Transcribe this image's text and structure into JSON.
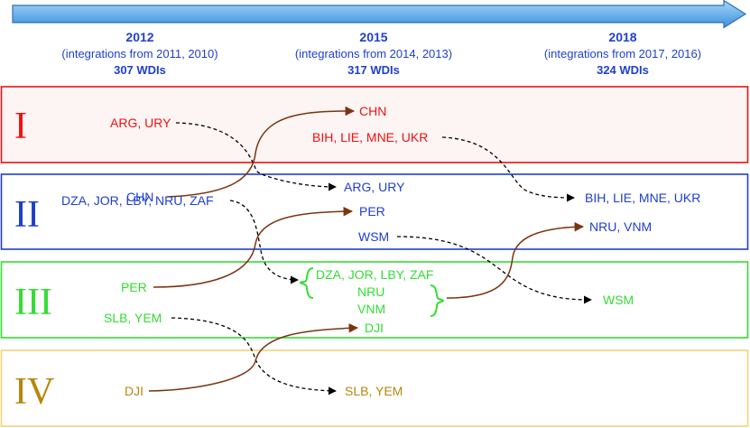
{
  "colors": {
    "blue": "#1f3fcc",
    "red": "#ee1111",
    "green": "#33dd33",
    "gold": "#b8860b",
    "brown": "#7a3510",
    "arrow_fill": "#6fb4ec",
    "arrow_stroke": "#2e6fb4"
  },
  "timeline": {
    "years": [
      {
        "year": "2012",
        "note": "(integrations from 2011, 2010)",
        "count": "307 WDIs"
      },
      {
        "year": "2015",
        "note": "(integrations from 2014, 2013)",
        "count": "317 WDIs"
      },
      {
        "year": "2018",
        "note": "(integrations from 2017, 2016)",
        "count": "324 WDIs"
      }
    ]
  },
  "clusters": {
    "I": {
      "label": "I",
      "color": "#ee1111"
    },
    "II": {
      "label": "II",
      "color": "#1f3fcc"
    },
    "III": {
      "label": "III",
      "color": "#33dd33"
    },
    "IV": {
      "label": "IV",
      "color": "#b8860b"
    }
  },
  "labels": {
    "i_2012": "ARG, URY",
    "i_2015_chn": "CHN",
    "i_2015_bih": "BIH, LIE, MNE, UKR",
    "ii_2012_chn": "CHN",
    "ii_2012_dza": "DZA, JOR, LBY, NRU, ZAF",
    "ii_2015_arg": "ARG, URY",
    "ii_2015_per": "PER",
    "ii_2015_wsm": "WSM",
    "ii_2018_bih": "BIH, LIE, MNE, UKR",
    "ii_2018_nru": "NRU, VNM",
    "iii_2012_per": "PER",
    "iii_2012_slb": "SLB, YEM",
    "iii_2015_dza": "DZA, JOR, LBY, ZAF",
    "iii_2015_nru": "NRU",
    "iii_2015_vnm": "VNM",
    "iii_2015_dji": "DJI",
    "iii_2018_wsm": "WSM",
    "iv_2012_dji": "DJI",
    "iv_2015_slb": "SLB, YEM"
  }
}
